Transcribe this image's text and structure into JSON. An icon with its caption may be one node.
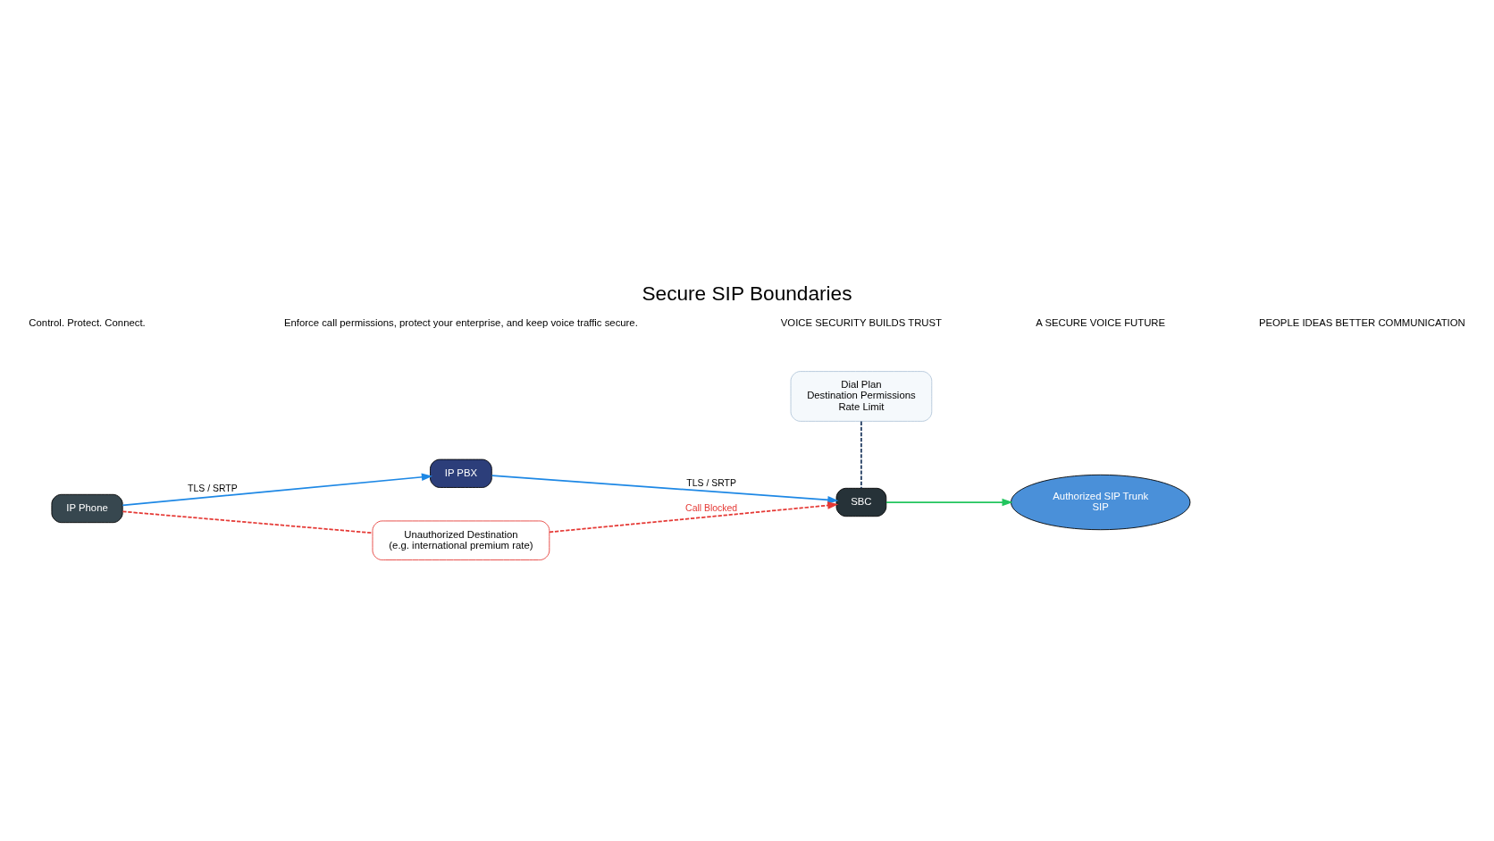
{
  "diagram": {
    "title": "Secure SIP Boundaries",
    "nodes": [
      {
        "text": [
          "IP Phone"
        ]
      },
      {
        "text": [
          "IP PBX"
        ]
      },
      {
        "text": [
          "SBC"
        ]
      },
      {
        "text": [
          "Authorized SIP Trunk",
          "SIP"
        ]
      },
      {
        "text": [
          "Dial Plan",
          "Destination Permissions",
          "Rate Limit"
        ]
      },
      {
        "text": [
          "Unauthorized Destination",
          "(e.g. international premium rate)"
        ]
      }
    ],
    "edges": [
      {
        "from": 0,
        "to": 1,
        "arrow": "to",
        "label": "TLS / SRTP"
      },
      {
        "from": 1,
        "to": 2,
        "arrow": "to",
        "label": "TLS / SRTP"
      },
      {
        "from": 2,
        "to": 3,
        "arrow": "to",
        "color": "#22c55e"
      },
      {
        "from": 4,
        "to": 2,
        "arrow": "none",
        "style": "dashed",
        "color": "#1f3a5f"
      },
      {
        "from": 0,
        "to": 5,
        "arrow": "none",
        "style": "dashed",
        "color": "#e53935"
      },
      {
        "from": 5,
        "to": 2,
        "arrow": "to",
        "style": "dashed",
        "color": "#e53935",
        "label": "Call Blocked"
      }
    ],
    "labels": [
      "Control. Protect. Connect.",
      "Enforce call permissions, protect your enterprise, and keep voice traffic secure.",
      "VOICE SECURITY BUILDS TRUST",
      "A SECURE VOICE FUTURE",
      "PEOPLE IDEAS BETTER COMMUNICATION"
    ]
  }
}
